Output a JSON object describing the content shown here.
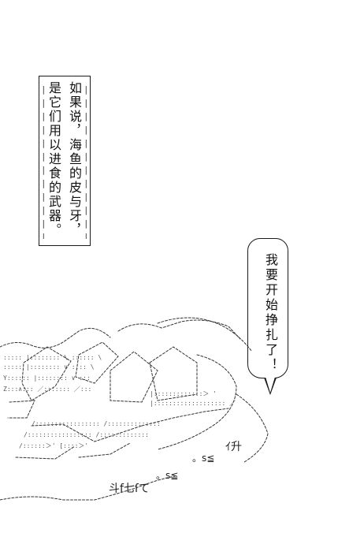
{
  "narration": {
    "column_1": "如果说，海鱼的皮与牙，",
    "column_2": "是它们用以进食的武器。"
  },
  "speech_bubble": {
    "text": "我要开始挣扎了！"
  },
  "sound_effects": [
    "ｲ升",
    "。s≦",
    "。s≦",
    "斗f七ſて"
  ]
}
